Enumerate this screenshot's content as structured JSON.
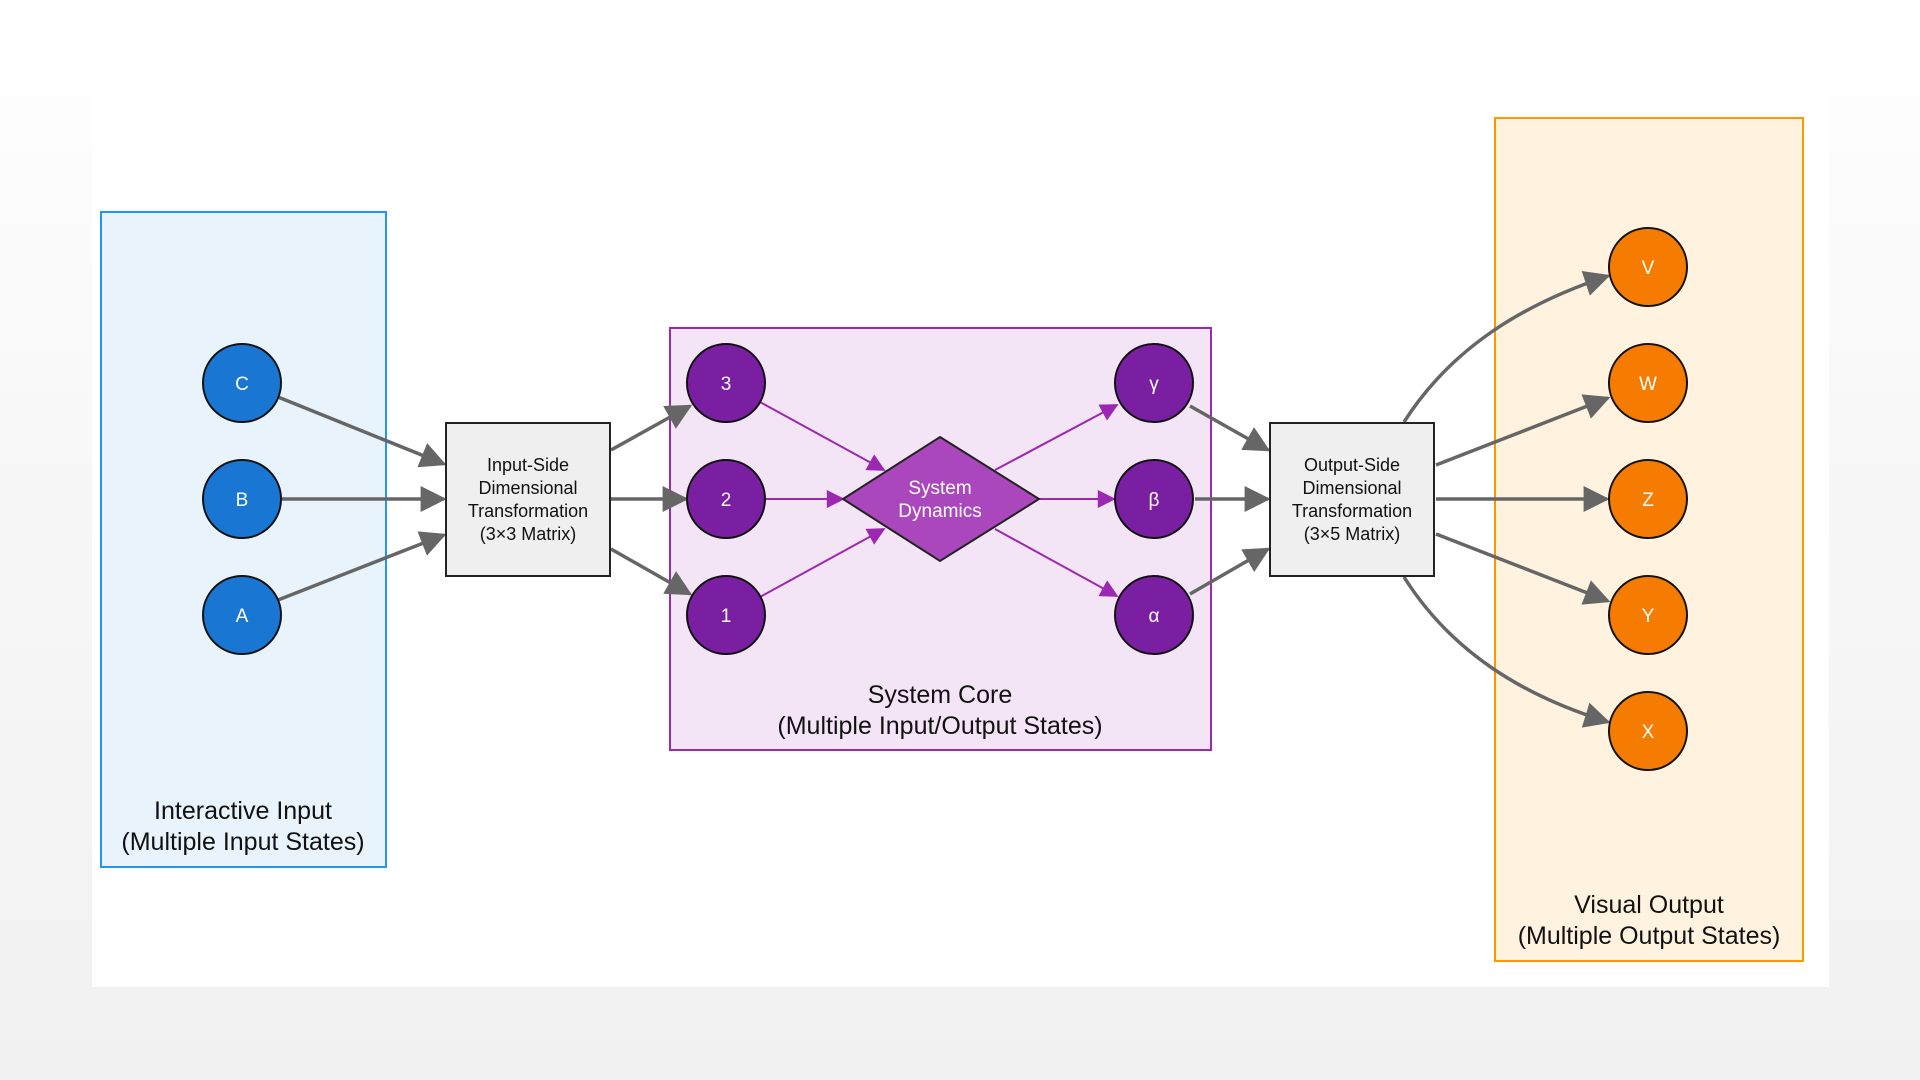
{
  "groups": {
    "input": {
      "line1": "Interactive Input",
      "line2": "(Multiple Input States)"
    },
    "core": {
      "line1": "System Core",
      "line2": "(Multiple Input/Output States)"
    },
    "output": {
      "line1": "Visual Output",
      "line2": "(Multiple Output States)"
    }
  },
  "transforms": {
    "input": {
      "lines": [
        "Input-Side",
        "Dimensional",
        "Transformation",
        "(3×3 Matrix)"
      ]
    },
    "output": {
      "lines": [
        "Output-Side",
        "Dimensional",
        "Transformation",
        "(3×5 Matrix)"
      ]
    }
  },
  "dynamics": {
    "lines": [
      "System",
      "Dynamics"
    ]
  },
  "nodes": {
    "input": [
      "C",
      "B",
      "A"
    ],
    "core_in": [
      "3",
      "2",
      "1"
    ],
    "core_out": [
      "γ",
      "β",
      "α"
    ],
    "output": [
      "V",
      "W",
      "Z",
      "Y",
      "X"
    ]
  },
  "colors": {
    "input_node": "#1976d2",
    "core_node": "#7b1fa2",
    "output_node": "#f57c00",
    "dynamics": "#ab47bc",
    "input_group_fill": "#e8f3fc",
    "input_group_stroke": "#2196f3",
    "core_group_fill": "#f3e5f5",
    "core_group_stroke": "#9c27b0",
    "output_group_fill": "#fff3e0",
    "output_group_stroke": "#ff9800",
    "edge": "#666666",
    "core_edge": "#9c27b0"
  }
}
